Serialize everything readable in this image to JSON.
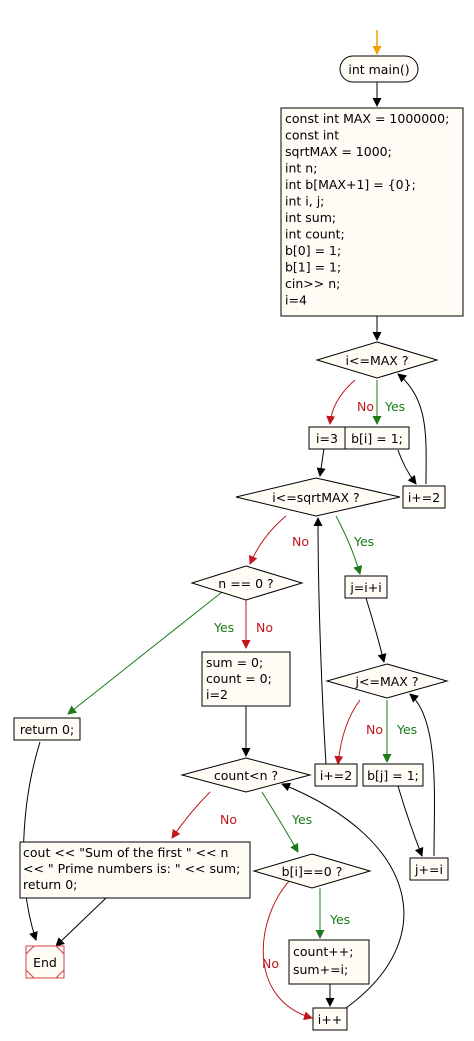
{
  "colors": {
    "fill": "#fffcf5",
    "stroke": "#000000",
    "no": "#c0171f",
    "yes": "#1a7a1a",
    "start_arrow": "#f0a000",
    "end": "#d04040"
  },
  "start": {
    "label": "int main()"
  },
  "init_block": {
    "lines": [
      "const int MAX = 1000000;",
      "const int",
      "sqrtMAX = 1000;",
      "int n;",
      "int b[MAX+1] = {0};",
      "int i, j;",
      "int sum;",
      "int count;",
      "b[0] = 1;",
      "b[1] = 1;",
      "cin>> n;",
      "i=4"
    ]
  },
  "dec1": {
    "label": "i<=MAX ?",
    "no": "No",
    "yes": "Yes"
  },
  "b_i_1": {
    "label": "b[i] = 1;"
  },
  "i_plus2_a": {
    "label": "i+=2"
  },
  "i_3": {
    "label": "i=3"
  },
  "dec2": {
    "label": "i<=sqrtMAX ?",
    "no": "No",
    "yes": "Yes"
  },
  "j_ii": {
    "label": "j=i+i"
  },
  "dec3": {
    "label": "j<=MAX ?",
    "no": "No",
    "yes": "Yes"
  },
  "b_j_1": {
    "label": "b[j] = 1;"
  },
  "j_plus_i": {
    "label": "j+=i"
  },
  "i_plus2_b": {
    "label": "i+=2"
  },
  "dec_n": {
    "label": "n == 0 ?",
    "no": "No",
    "yes": "Yes"
  },
  "return0": {
    "label": "return 0;"
  },
  "init2": {
    "lines": [
      "sum = 0;",
      "count = 0;",
      "i=2"
    ]
  },
  "dec_count": {
    "label": "count<n ?",
    "no": "No",
    "yes": "Yes"
  },
  "cout_block": {
    "lines": [
      "cout << \"Sum of the  first \" << n",
      "<< \" Prime numbers is: \" << sum;",
      "return 0;"
    ]
  },
  "dec_b": {
    "label": "b[i]==0 ?",
    "no": "No",
    "yes": "Yes"
  },
  "count_block": {
    "lines": [
      "count++;",
      "sum+=i;"
    ]
  },
  "i_pp": {
    "label": "i++"
  },
  "end": {
    "label": "End"
  }
}
